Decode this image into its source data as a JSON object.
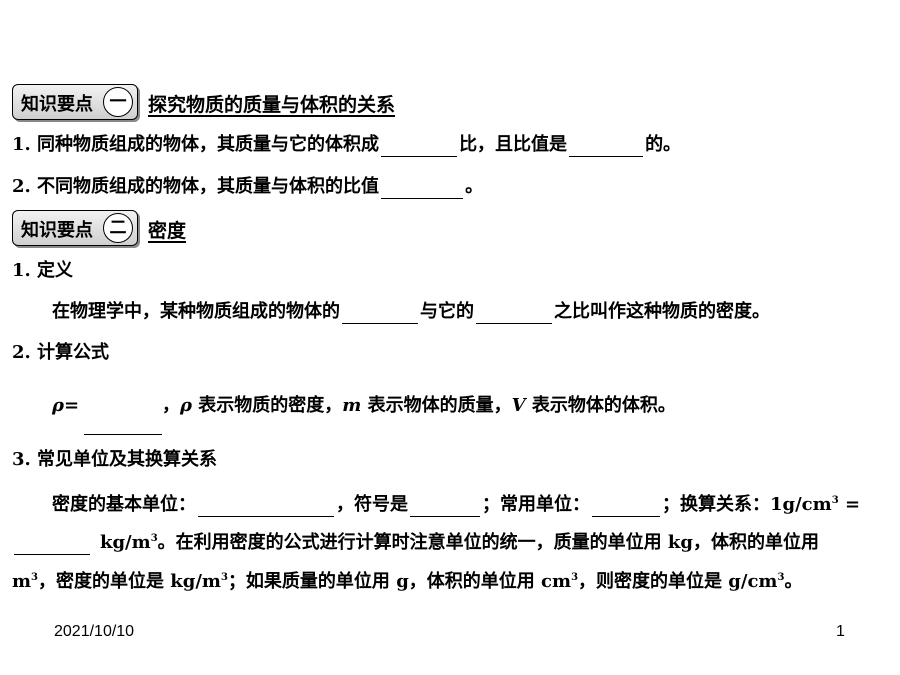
{
  "section1": {
    "badge_text": "知识要点",
    "badge_num": "一",
    "title": "探究物质的质量与体积的关系",
    "line1_a": "1. 同种物质组成的物体，其质量与它的体积成",
    "line1_b": "比，且比值是",
    "line1_c": "的。",
    "line2_a": "2. 不同物质组成的物体，其质量与体积的比值",
    "line2_b": "。"
  },
  "section2": {
    "badge_text": "知识要点",
    "badge_num": "二",
    "title": "密度",
    "def_heading": "1. 定义",
    "def_a": "在物理学中，某种物质组成的物体的",
    "def_b": "与它的",
    "def_c": "之比叫作这种物质的密度。",
    "formula_heading": "2. 计算公式",
    "rho": "ρ=",
    "formula_a": "，",
    "formula_rho": "ρ",
    "formula_b": "表示物质的密度，",
    "formula_m": "m",
    "formula_c": "表示物体的质量，",
    "formula_v": "V",
    "formula_d": "表示物体的体积。",
    "units_heading": "3. 常见单位及其换算关系",
    "unit_a": "密度的基本单位：",
    "unit_b": "，符号是",
    "unit_c": "；常用单位：",
    "unit_d": "；换算关系：1g/cm",
    "unit_e": " =",
    "unit2_a": "kg/m",
    "unit2_b": "。在利用密度的公式进行计算时注意单位的统一，质量的单位用 kg，体积的单位用",
    "unit3_a": "m",
    "unit3_b": "，密度的单位是 kg/m",
    "unit3_c": "；如果质量的单位用 g，体积的单位用 cm",
    "unit3_d": "，则密度的单位是 g/cm",
    "unit3_e": "。",
    "sup3": "3"
  },
  "footer": {
    "date": "2021/10/10",
    "page": "1"
  }
}
